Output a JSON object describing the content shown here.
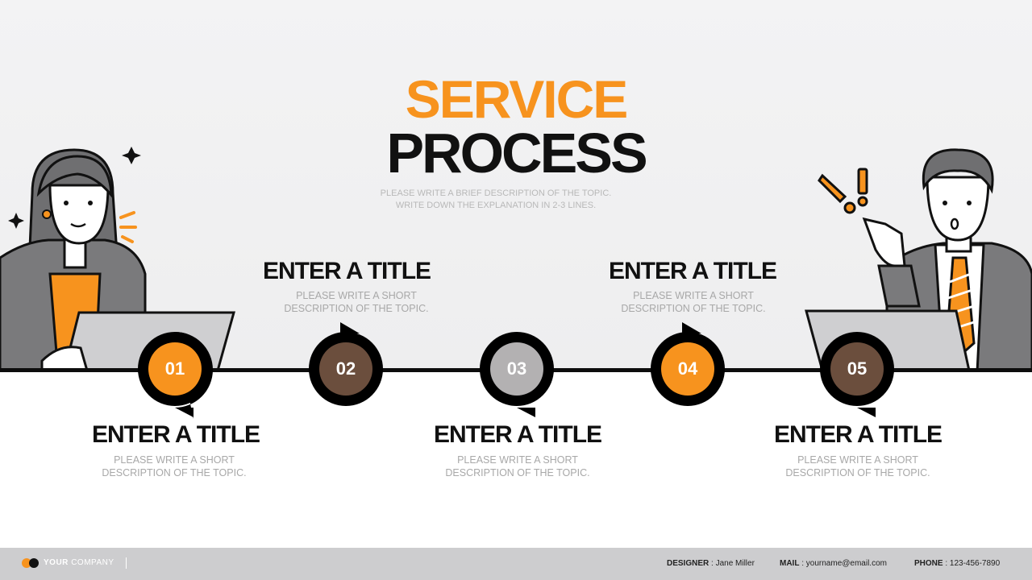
{
  "header": {
    "title_line1": "SERVICE",
    "title_line2": "PROCESS",
    "subtitle_line1": "PLEASE WRITE A BRIEF DESCRIPTION OF THE TOPIC.",
    "subtitle_line2": "WRITE DOWN THE EXPLANATION IN 2-3 LINES."
  },
  "colors": {
    "accent": "#f7931e",
    "brown": "#6b4e3d",
    "gray": "#b3b1b2",
    "dark": "#111111"
  },
  "steps": [
    {
      "number": "01",
      "title": "ENTER A TITLE",
      "desc_line1": "PLEASE WRITE A SHORT",
      "desc_line2": "DESCRIPTION OF THE TOPIC.",
      "color": "#f7931e"
    },
    {
      "number": "02",
      "title": "ENTER A TITLE",
      "desc_line1": "PLEASE WRITE A SHORT",
      "desc_line2": "DESCRIPTION OF THE TOPIC.",
      "color": "#6b4e3d"
    },
    {
      "number": "03",
      "title": "ENTER A TITLE",
      "desc_line1": "PLEASE WRITE A SHORT",
      "desc_line2": "DESCRIPTION OF THE TOPIC.",
      "color": "#b3b1b2"
    },
    {
      "number": "04",
      "title": "ENTER A TITLE",
      "desc_line1": "PLEASE WRITE A SHORT",
      "desc_line2": "DESCRIPTION OF THE TOPIC.",
      "color": "#f7931e"
    },
    {
      "number": "05",
      "title": "ENTER A TITLE",
      "desc_line1": "PLEASE WRITE A SHORT",
      "desc_line2": "DESCRIPTION OF THE TOPIC.",
      "color": "#6b4e3d"
    }
  ],
  "footer": {
    "company_bold": "YOUR",
    "company_light": "COMPANY",
    "designer_label": "DESIGNER",
    "designer_value": " : Jane Miller",
    "mail_label": "MAIL",
    "mail_value": " : yourname@email.com",
    "phone_label": "PHONE",
    "phone_value": " : 123-456-7890"
  },
  "icons": {
    "left_figure": "woman-with-laptop-illustration",
    "right_figure": "man-pointing-illustration"
  }
}
